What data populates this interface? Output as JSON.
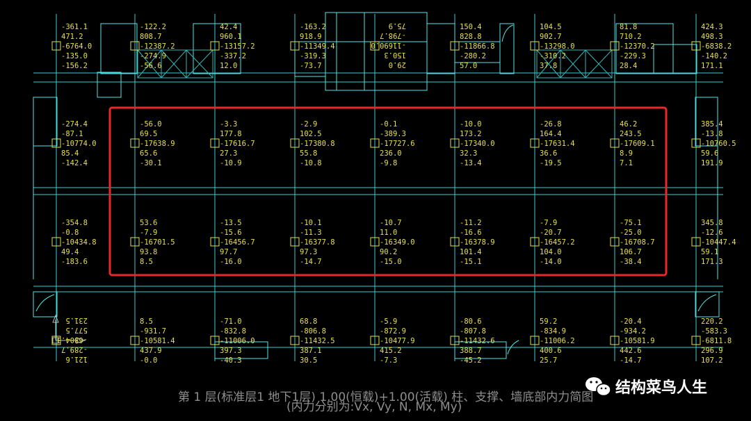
{
  "colors": {
    "background": "#000000",
    "grid_line": "#38d0d0",
    "wall_line": "#50e8e8",
    "value_text": "#e6e04a",
    "highlight_box": "#e8282a",
    "caption_text": "#8e8e8e",
    "watermark_text": "#ffffff"
  },
  "icons": {
    "column": "column-square-icon",
    "axis": "ucs-axis-icon",
    "wechat": "wechat-logo-icon"
  },
  "highlight": {
    "rows": [
      1,
      2
    ],
    "cols": [
      1,
      7
    ]
  },
  "columns": [
    [
      {
        "row": 0,
        "col": 0,
        "values": [
          "-361.1",
          "471.2",
          "-6764.0",
          "-135.0",
          "-156.2"
        ]
      },
      {
        "row": 0,
        "col": 1,
        "values": [
          "-122.2",
          "808.7",
          "-12387.2",
          "-274.9",
          "-56.6"
        ]
      },
      {
        "row": 0,
        "col": 2,
        "values": [
          "42.4",
          "960.1",
          "-13157.2",
          "-337.2",
          "12.0"
        ]
      },
      {
        "row": 0,
        "col": 3,
        "values": [
          "-163.2",
          "918.9",
          "-11349.4",
          "-319.3",
          "-73.7"
        ]
      },
      {
        "row": 0,
        "col": 4,
        "rotated": true,
        "values": [
          "29.0",
          "150.3",
          "-11690.0",
          "-798.7",
          "75.9"
        ]
      },
      {
        "row": 0,
        "col": 5,
        "values": [
          "150.4",
          "828.8",
          "-11866.8",
          "-280.2",
          "57.0"
        ]
      },
      {
        "row": 0,
        "col": 6,
        "values": [
          "104.5",
          "902.7",
          "-13298.0",
          "-310.2",
          "37.8"
        ]
      },
      {
        "row": 0,
        "col": 7,
        "values": [
          "81.8",
          "710.2",
          "-12370.2",
          "-229.3",
          "28.4"
        ]
      },
      {
        "row": 0,
        "col": 8,
        "values": [
          "424.3",
          "498.3",
          "-6838.2",
          "-140.2",
          "171.1"
        ]
      }
    ],
    [
      {
        "row": 1,
        "col": 0,
        "values": [
          "-274.4",
          "-87.1",
          "-10774.0",
          "85.4",
          "-142.4"
        ]
      },
      {
        "row": 1,
        "col": 1,
        "values": [
          "-56.0",
          "69.5",
          "-17638.9",
          "65.6",
          "-30.1"
        ]
      },
      {
        "row": 1,
        "col": 2,
        "values": [
          "-3.3",
          "177.8",
          "-17616.7",
          "27.3",
          "-10.9"
        ]
      },
      {
        "row": 1,
        "col": 3,
        "values": [
          "-2.9",
          "102.5",
          "-17380.8",
          "55.8",
          "-10.8"
        ]
      },
      {
        "row": 1,
        "col": 4,
        "values": [
          "-0.1",
          "-389.3",
          "-17727.6",
          "236.0",
          "-9.8"
        ]
      },
      {
        "row": 1,
        "col": 5,
        "values": [
          "-10.0",
          "173.2",
          "-17340.0",
          "32.3",
          "-13.4"
        ]
      },
      {
        "row": 1,
        "col": 6,
        "values": [
          "-26.8",
          "164.4",
          "-17631.4",
          "36.6",
          "-19.5"
        ]
      },
      {
        "row": 1,
        "col": 7,
        "values": [
          "46.2",
          "243.5",
          "-17609.1",
          "8.9",
          "7.1"
        ]
      },
      {
        "row": 1,
        "col": 8,
        "values": [
          "385.4",
          "-13.8",
          "-10760.5",
          "59.6",
          "191.9"
        ]
      }
    ],
    [
      {
        "row": 2,
        "col": 0,
        "values": [
          "-354.8",
          "-0.8",
          "-10434.8",
          "49.4",
          "-183.6"
        ]
      },
      {
        "row": 2,
        "col": 1,
        "values": [
          "53.6",
          "-7.9",
          "-16701.5",
          "93.8",
          "8.5"
        ]
      },
      {
        "row": 2,
        "col": 2,
        "values": [
          "-13.5",
          "-15.6",
          "-16456.7",
          "97.7",
          "-16.0"
        ]
      },
      {
        "row": 2,
        "col": 3,
        "values": [
          "-10.1",
          "-11.3",
          "-16377.8",
          "97.3",
          "-14.7"
        ]
      },
      {
        "row": 2,
        "col": 4,
        "values": [
          "-10.7",
          "11.0",
          "-16349.0",
          "90.2",
          "-15.0"
        ]
      },
      {
        "row": 2,
        "col": 5,
        "values": [
          "-11.2",
          "-16.6",
          "-16378.9",
          "101.4",
          "-15.1"
        ]
      },
      {
        "row": 2,
        "col": 6,
        "values": [
          "-7.9",
          "-20.7",
          "-16457.2",
          "104.0",
          "-14.0"
        ]
      },
      {
        "row": 2,
        "col": 7,
        "values": [
          "-75.1",
          "-25.0",
          "-16708.7",
          "106.7",
          "-38.4"
        ]
      },
      {
        "row": 2,
        "col": 8,
        "values": [
          "345.8",
          "-12.6",
          "-10447.4",
          "59.1",
          "171.3"
        ]
      }
    ],
    [
      {
        "row": 3,
        "col": 0,
        "rotated": true,
        "values": [
          "121.6",
          "-289.7",
          "-6804.3",
          "577.5",
          "231.5"
        ]
      },
      {
        "row": 3,
        "col": 1,
        "values": [
          "8.5",
          "-931.7",
          "-10581.4",
          "437.9",
          "-0.0"
        ]
      },
      {
        "row": 3,
        "col": 2,
        "values": [
          "-71.0",
          "-832.8",
          "-11006.0",
          "397.3",
          "-40.3"
        ]
      },
      {
        "row": 3,
        "col": 3,
        "values": [
          "68.8",
          "-806.8",
          "-11432.5",
          "387.1",
          "30.5"
        ]
      },
      {
        "row": 3,
        "col": 4,
        "values": [
          "-5.9",
          "-872.9",
          "-10477.9",
          "415.2",
          "-7.3"
        ]
      },
      {
        "row": 3,
        "col": 5,
        "values": [
          "-80.6",
          "-807.8",
          "-11432.6",
          "388.7",
          "-45.2"
        ]
      },
      {
        "row": 3,
        "col": 6,
        "values": [
          "59.2",
          "-834.9",
          "-11006.2",
          "400.6",
          "25.7"
        ]
      },
      {
        "row": 3,
        "col": 7,
        "values": [
          "-20.4",
          "-934.2",
          "-10581.9",
          "442.6",
          "-14.7"
        ]
      },
      {
        "row": 3,
        "col": 8,
        "values": [
          "220.2",
          "-583.3",
          "-6811.8",
          "296.9",
          "107.2"
        ]
      }
    ]
  ],
  "caption": {
    "line1": "第 1 层(标准层1 地下1层) 1.00(恒载)+1.00(活载) 柱、支撑、墙底部内力简图",
    "line2": "(内力分别为:Vx, Vy, N, Mx, My)"
  },
  "watermark": {
    "text": "结构菜鸟人生"
  }
}
